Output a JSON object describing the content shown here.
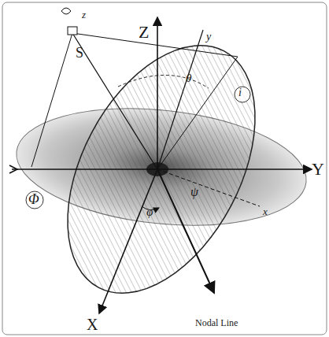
{
  "diagram": {
    "labels": [
      "z",
      "S",
      "Z",
      "y",
      "θ",
      "i",
      "Y",
      "Φ",
      "ψ",
      "φ",
      "x",
      "X",
      "Nodal Line"
    ]
  }
}
